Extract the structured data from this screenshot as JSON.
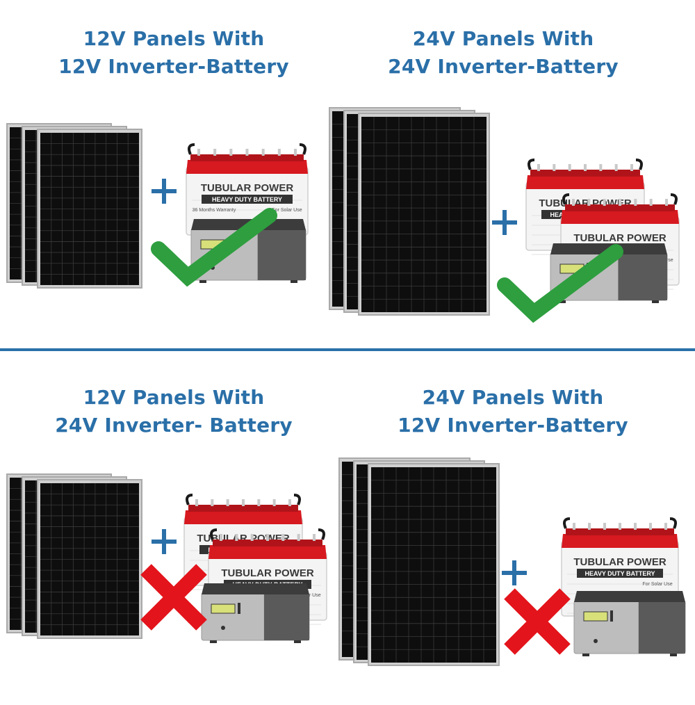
{
  "colors": {
    "title": "#2a6fa8",
    "divider": "#2a6fa8",
    "plus": "#2a6fa8",
    "check": "#2e9e3f",
    "cross": "#e3141b",
    "battery_top": "#d71920",
    "battery_label": "#3a3a3a",
    "panel_cell": "#0e0e0e",
    "panel_frame": "#a9a9a9",
    "inverter_body": "#bdbdbd",
    "inverter_top": "#3c3c3c",
    "inverter_display": "#d8e07a"
  },
  "battery_text": {
    "brand": "TUBULAR POWER",
    "strip": "HEAVY DUTY BATTERY",
    "note": "For Solar Use",
    "warranty": "36 Months Warranty"
  },
  "combos": [
    {
      "line1": "12V Panels With",
      "line2": "12V Inverter-Battery",
      "result": "compatible",
      "result_icon": "check-icon",
      "plus_icon": "plus-icon",
      "panels": "small",
      "batteries": 1
    },
    {
      "line1": "24V Panels With",
      "line2": "24V Inverter-Battery",
      "result": "compatible",
      "result_icon": "check-icon",
      "plus_icon": "plus-icon",
      "panels": "large",
      "batteries": 2
    },
    {
      "line1": "12V Panels With",
      "line2": "24V Inverter- Battery",
      "result": "incompatible",
      "result_icon": "cross-icon",
      "plus_icon": "plus-icon",
      "panels": "small",
      "batteries": 2
    },
    {
      "line1": "24V Panels With",
      "line2": "12V Inverter-Battery",
      "result": "incompatible",
      "result_icon": "cross-icon",
      "plus_icon": "plus-icon",
      "panels": "large",
      "batteries": 1
    }
  ]
}
